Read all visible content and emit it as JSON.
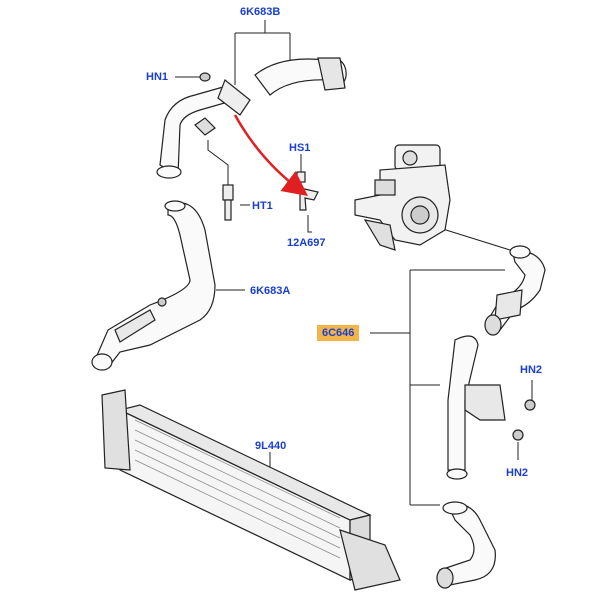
{
  "labels": {
    "p6k683b": "6K683B",
    "hn1": "HN1",
    "hs1": "HS1",
    "ht1": "HT1",
    "p12a697": "12A697",
    "p6k683a": "6K683A",
    "p6c646": "6C646",
    "hn2_upper": "HN2",
    "hn2_lower": "HN2",
    "p9l440": "9L440"
  },
  "colors": {
    "label": "#1a3fd0",
    "highlight": "#f2b54a",
    "arrow": "#e02020",
    "line": "#222222"
  },
  "icons": {
    "arrow": "red-curved-arrow"
  }
}
